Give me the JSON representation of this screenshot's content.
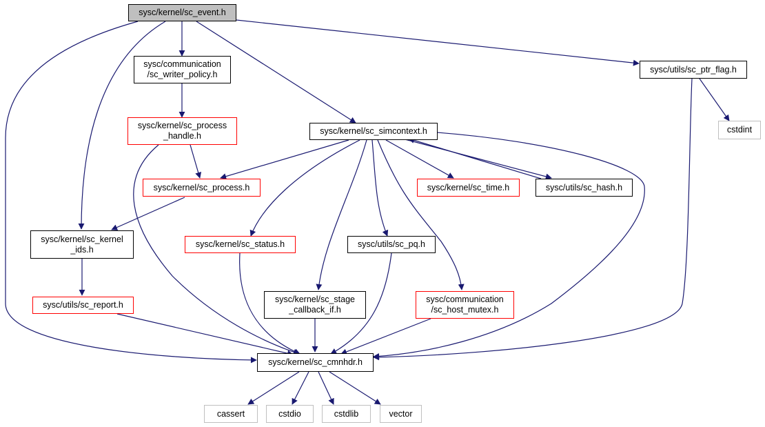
{
  "colors": {
    "edge": "#191970",
    "black_border": "#000000",
    "red_border": "#ff0000",
    "gray_border": "#bfbfbf",
    "root_fill": "#bfbfbf"
  },
  "nodes": {
    "sc_event": "sysc/kernel/sc_event.h",
    "sc_writer_policy": "sysc/communication\n/sc_writer_policy.h",
    "sc_ptr_flag": "sysc/utils/sc_ptr_flag.h",
    "sc_process_handle": "sysc/kernel/sc_process\n_handle.h",
    "sc_simcontext": "sysc/kernel/sc_simcontext.h",
    "cstdint": "cstdint",
    "sc_process": "sysc/kernel/sc_process.h",
    "sc_time": "sysc/kernel/sc_time.h",
    "sc_hash": "sysc/utils/sc_hash.h",
    "sc_kernel_ids": "sysc/kernel/sc_kernel\n_ids.h",
    "sc_status": "sysc/kernel/sc_status.h",
    "sc_pq": "sysc/utils/sc_pq.h",
    "sc_report": "sysc/utils/sc_report.h",
    "sc_stage_callback_if": "sysc/kernel/sc_stage\n_callback_if.h",
    "sc_host_mutex": "sysc/communication\n/sc_host_mutex.h",
    "sc_cmnhdr": "sysc/kernel/sc_cmnhdr.h",
    "cassert": "cassert",
    "cstdio": "cstdio",
    "cstdlib": "cstdlib",
    "vector": "vector"
  }
}
